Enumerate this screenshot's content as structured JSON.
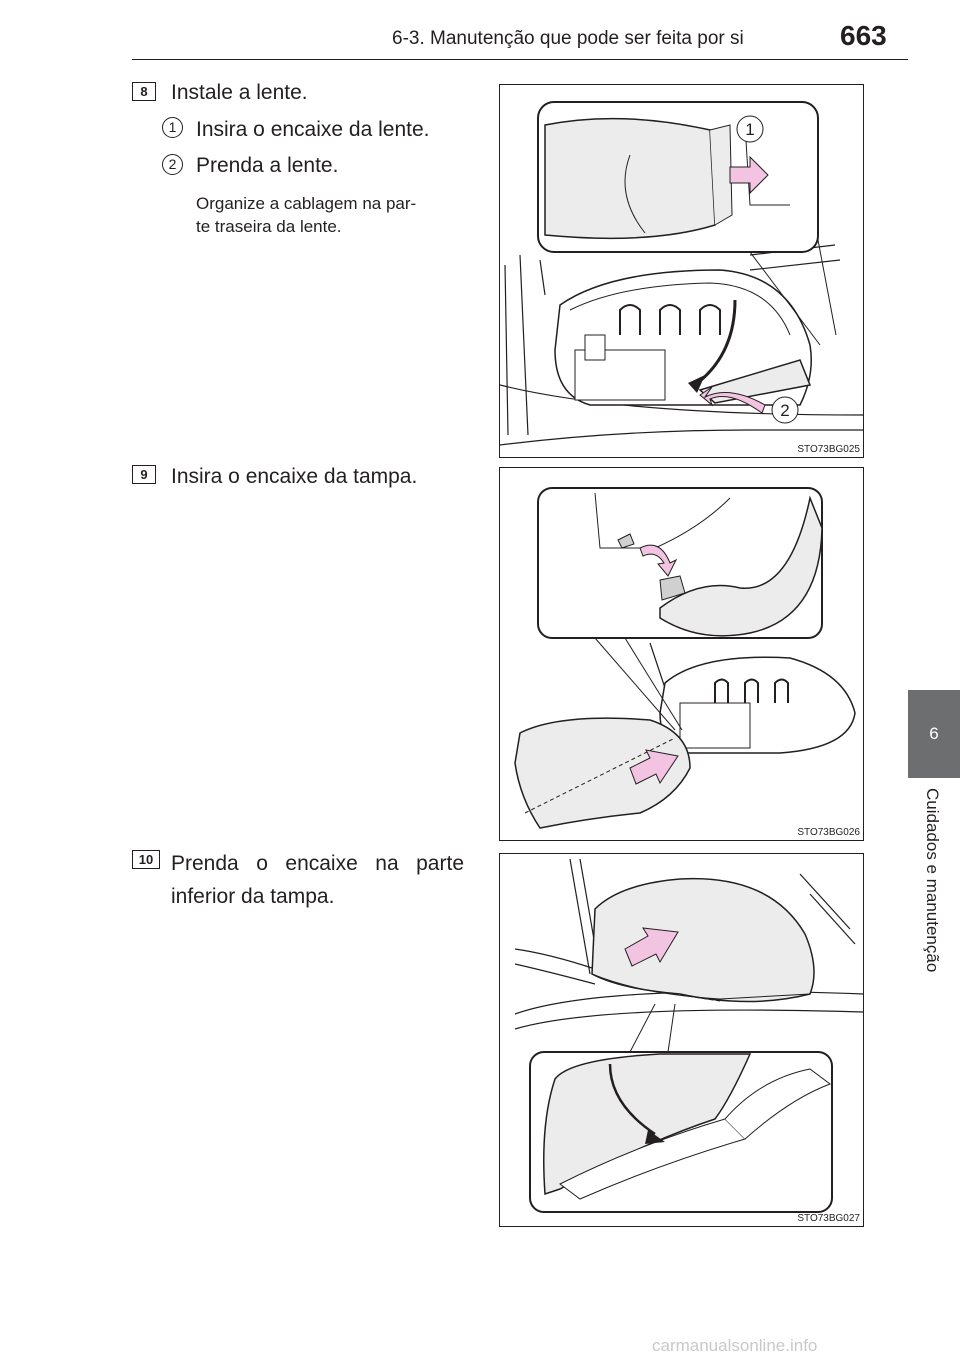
{
  "header": {
    "section": "6-3. Manutenção que pode ser feita por si",
    "page_number": "663"
  },
  "side_tab": {
    "chapter_number": "6",
    "chapter_title": "Cuidados e manutenção"
  },
  "steps": [
    {
      "number": "8",
      "title": "Instale a lente.",
      "substeps": [
        {
          "marker": "1",
          "text": "Insira o encaixe da lente."
        },
        {
          "marker": "2",
          "text": "Prenda a lente."
        }
      ],
      "note_line1": "Organize a cablagem na par-",
      "note_line2": "te traseira da lente.",
      "figure_code": "STO73BG025"
    },
    {
      "number": "9",
      "title": "Insira o encaixe da tampa.",
      "figure_code": "STO73BG026"
    },
    {
      "number": "10",
      "title_line1": "Prenda o encaixe na parte",
      "title_line2": "inferior da tampa.",
      "figure_code": "STO73BG027"
    }
  ],
  "figure_callouts": [
    "1",
    "2"
  ],
  "watermark": "carmanualsonline.info",
  "colors": {
    "arrow_pink": "#f3c3e2",
    "tab_gray": "#6d6e70",
    "panel_gray": "#ececec"
  }
}
